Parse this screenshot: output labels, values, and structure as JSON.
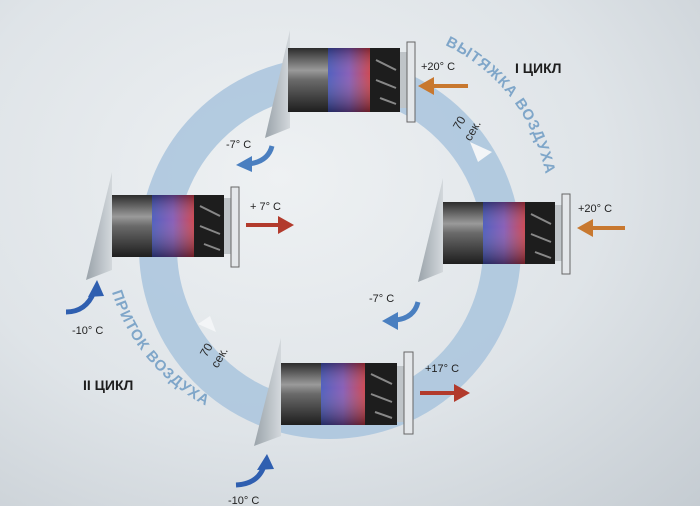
{
  "cycles": {
    "first": "I ЦИКЛ",
    "second": "II ЦИКЛ"
  },
  "arcs": {
    "exhaust": "ВЫТЯЖКА ВОЗДУХА",
    "supply": "ПРИТОК ВОЗДУХА"
  },
  "timers": {
    "right": {
      "value": "70",
      "unit": "сек."
    },
    "left": {
      "value": "70",
      "unit": "сек."
    }
  },
  "temps": {
    "top_in": "+20° C",
    "top_out": "-7° C",
    "right_in": "+20° C",
    "right_out": "-7° C",
    "left_out": "+ 7° C",
    "left_in": "-10° C",
    "bottom_out": "+17° C",
    "bottom_in": "-10° C"
  },
  "colors": {
    "warm": "#c8782f",
    "cold": "#3a72b8",
    "hot_out": "#b23a2c",
    "ring": "#a9c4dd"
  }
}
